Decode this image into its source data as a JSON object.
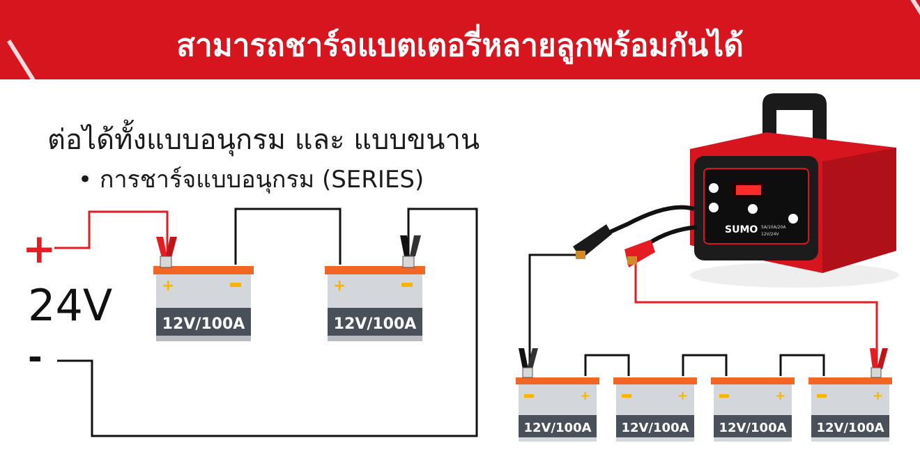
{
  "banner": {
    "title": "สามารถชาร์จแบตเตอรี่หลายลูกพร้อมกันได้",
    "color": "#d7151e"
  },
  "heading": "ต่อได้ทั้งแบบอนุกรม และ แบบขนาน",
  "subheading": "• การชาร์จแบบอนุกรม (SERIES)",
  "series_circuit": {
    "plus_symbol": "+",
    "voltage": "24V",
    "minus_symbol": "-"
  },
  "batteries": {
    "series_left": [
      "12V/100A",
      "12V/100A"
    ],
    "bottom_right": [
      "12V/100A",
      "12V/100A",
      "12V/100A",
      "12V/100A"
    ]
  },
  "charger": {
    "brand": "SUMO",
    "panel_label_1": "5A/10A/20A",
    "panel_label_2": "12V/24V"
  },
  "colors": {
    "wire_red": "#e51c23",
    "wire_black": "#111111",
    "battery_top": "#f26522",
    "battery_body": "#d3d6da",
    "battery_label_bg": "#4a5059"
  }
}
